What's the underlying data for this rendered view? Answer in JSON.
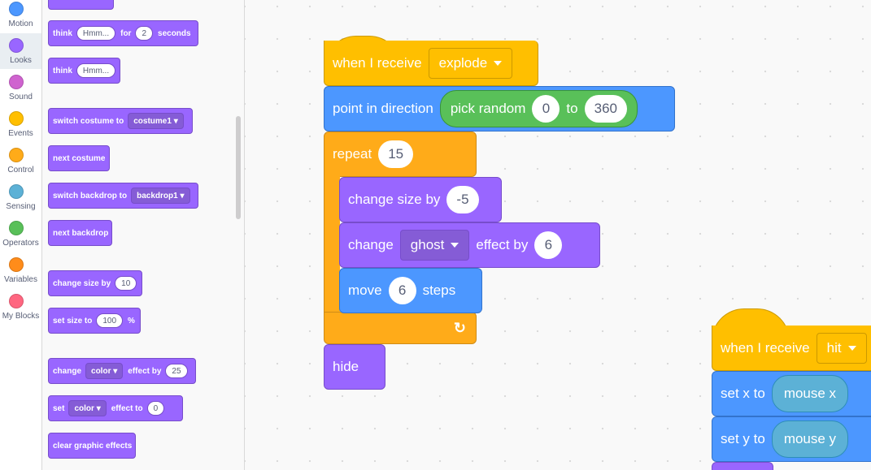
{
  "categories": [
    {
      "label": "Motion",
      "color": "#4c97ff"
    },
    {
      "label": "Looks",
      "color": "#9966ff"
    },
    {
      "label": "Sound",
      "color": "#cf63cf"
    },
    {
      "label": "Events",
      "color": "#ffbf00"
    },
    {
      "label": "Control",
      "color": "#ffab19"
    },
    {
      "label": "Sensing",
      "color": "#5cb1d6"
    },
    {
      "label": "Operators",
      "color": "#59c059"
    },
    {
      "label": "Variables",
      "color": "#ff8c1a"
    },
    {
      "label": "My Blocks",
      "color": "#ff6680"
    }
  ],
  "palette": {
    "think_for": {
      "t1": "think",
      "v1": "Hmm...",
      "t2": "for",
      "v2": "2",
      "t3": "seconds"
    },
    "think": {
      "t1": "think",
      "v1": "Hmm..."
    },
    "switch_costume": {
      "t1": "switch costume to",
      "v1": "costume1"
    },
    "next_costume": {
      "t1": "next costume"
    },
    "switch_backdrop": {
      "t1": "switch backdrop to",
      "v1": "backdrop1"
    },
    "next_backdrop": {
      "t1": "next backdrop"
    },
    "change_size": {
      "t1": "change size by",
      "v1": "10"
    },
    "set_size": {
      "t1": "set size to",
      "v1": "100",
      "t2": "%"
    },
    "change_effect": {
      "t1": "change",
      "v1": "color",
      "t2": "effect by",
      "v2": "25"
    },
    "set_effect": {
      "t1": "set",
      "v1": "color",
      "t2": "effect to",
      "v2": "0"
    },
    "clear_effects": {
      "t1": "clear graphic effects"
    }
  },
  "script1": {
    "hat": {
      "t1": "when I receive",
      "v1": "explode"
    },
    "point": {
      "t1": "point in direction",
      "op_t1": "pick random",
      "op_v1": "0",
      "op_t2": "to",
      "op_v2": "360"
    },
    "repeat": {
      "t1": "repeat",
      "v1": "15"
    },
    "change_size": {
      "t1": "change size by",
      "v1": "-5"
    },
    "change_effect": {
      "t1": "change",
      "v1": "ghost",
      "t2": "effect by",
      "v2": "6"
    },
    "move": {
      "t1": "move",
      "v1": "6",
      "t2": "steps"
    },
    "hide": {
      "t1": "hide"
    }
  },
  "script2": {
    "hat": {
      "t1": "when I receive",
      "v1": "hit"
    },
    "set_x": {
      "t1": "set x to",
      "v1": "mouse x"
    },
    "set_y": {
      "t1": "set y to",
      "v1": "mouse y"
    }
  }
}
